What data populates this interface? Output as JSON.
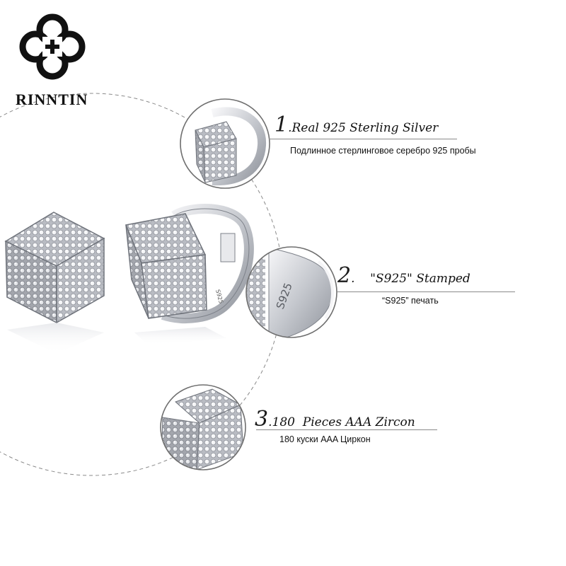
{
  "brand": {
    "name": "RINNTIN",
    "logo_icon": "quatrefoil-knot-logo"
  },
  "features": [
    {
      "number": "1",
      "title": ".Real 925 Sterling Silver",
      "subtitle": "Подлинное стерлинговое серебро 925 пробы"
    },
    {
      "number": "2",
      "title": ".    \"S925\" Stamped",
      "subtitle": "“S925”  печать"
    },
    {
      "number": "3",
      "title": ".180  Pieces AAA Zircon",
      "subtitle": "180 куски AAA Циркон"
    }
  ],
  "product_stamp": "S925",
  "colors": {
    "background": "#ffffff",
    "text": "#111111",
    "silver": "#c9ccd2",
    "dashed_line": "#8a8a8a"
  }
}
